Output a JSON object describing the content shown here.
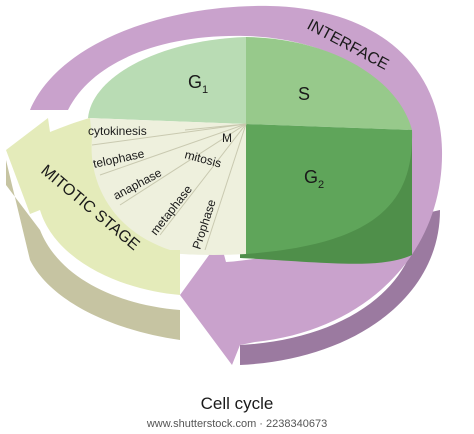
{
  "diagram": {
    "phases": {
      "g1": {
        "base": "G",
        "sub": "1"
      },
      "s": "S",
      "g2": {
        "base": "G",
        "sub": "2"
      },
      "m": "M"
    },
    "mitotic_steps": [
      "cytokinesis",
      "telophase",
      "anaphase",
      "metaphase",
      "Prophase"
    ],
    "mitosis_label": "mitosis",
    "interface_label": "INTERFACE",
    "mitotic_stage_label": "MITOTIC STAGE",
    "colors": {
      "g1": "#b9dcb4",
      "s": "#97c98b",
      "g2": "#5fa55a",
      "m_sector": "#eef0dd",
      "interface_ring_top": "#c9a2cc",
      "interface_ring_side": "#9b7aa0",
      "mitotic_arrow_top": "#e4ebba",
      "mitotic_arrow_side": "#c6c4a2",
      "disc_side": "#b8b79a"
    }
  },
  "footer": {
    "caption": "Cell cycle",
    "watermark": "www.shutterstock.com · 2238340673"
  }
}
